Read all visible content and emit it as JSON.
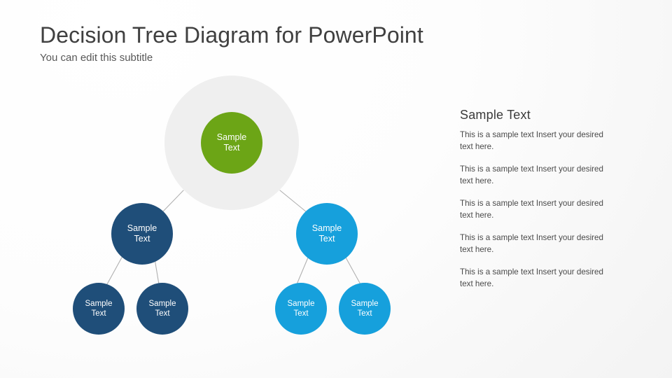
{
  "slide": {
    "title": "Decision Tree Diagram for PowerPoint",
    "subtitle": "You can edit this subtitle"
  },
  "colors": {
    "root": "#6CA516",
    "branch_left": "#1F4E79",
    "branch_right": "#16A0DC",
    "halo": "#EFEFEF",
    "connector": "#B0B0B0",
    "title_text": "#404040",
    "subtitle_text": "#585858",
    "body_text": "#4A4A4A"
  },
  "diagram": {
    "nodes": {
      "root": {
        "label": "Sample\nText"
      },
      "branch_left": {
        "label": "Sample\nText"
      },
      "branch_right": {
        "label": "Sample\nText"
      },
      "leaf_left_1": {
        "label": "Sample\nText"
      },
      "leaf_left_2": {
        "label": "Sample\nText"
      },
      "leaf_right_1": {
        "label": "Sample\nText"
      },
      "leaf_right_2": {
        "label": "Sample\nText"
      }
    }
  },
  "panel": {
    "heading": "Sample Text",
    "paragraphs": [
      "This is a sample text Insert your desired text here.",
      "This is a sample text Insert your desired text here.",
      "This is a sample text Insert your desired text here.",
      "This is a sample text Insert your desired text here.",
      "This is a sample text Insert your desired text here."
    ]
  }
}
